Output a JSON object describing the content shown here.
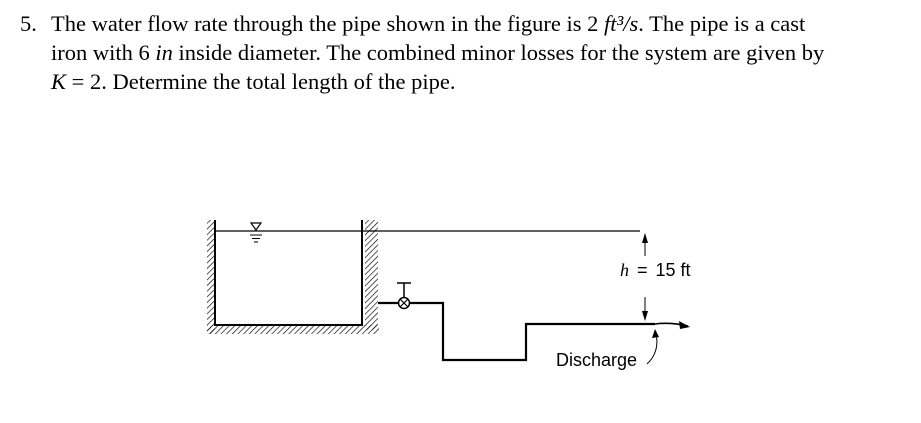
{
  "problem": {
    "number": "5.",
    "line1_pre": "The water flow rate through the pipe shown in the figure is 2 ",
    "flow_unit": "ft³/s",
    "line1_post": ". The pipe is a cast",
    "line2_pre": "iron with 6 ",
    "diameter_unit": "in",
    "line2_post": " inside diameter. The combined minor losses for the system are given by",
    "k_symbol": "K",
    "line3_post": " = 2. Determine the total length of the pipe."
  },
  "figure": {
    "head_symbol": "h",
    "head_equals": "=",
    "head_value": "15 ft",
    "discharge_label": "Discharge"
  }
}
